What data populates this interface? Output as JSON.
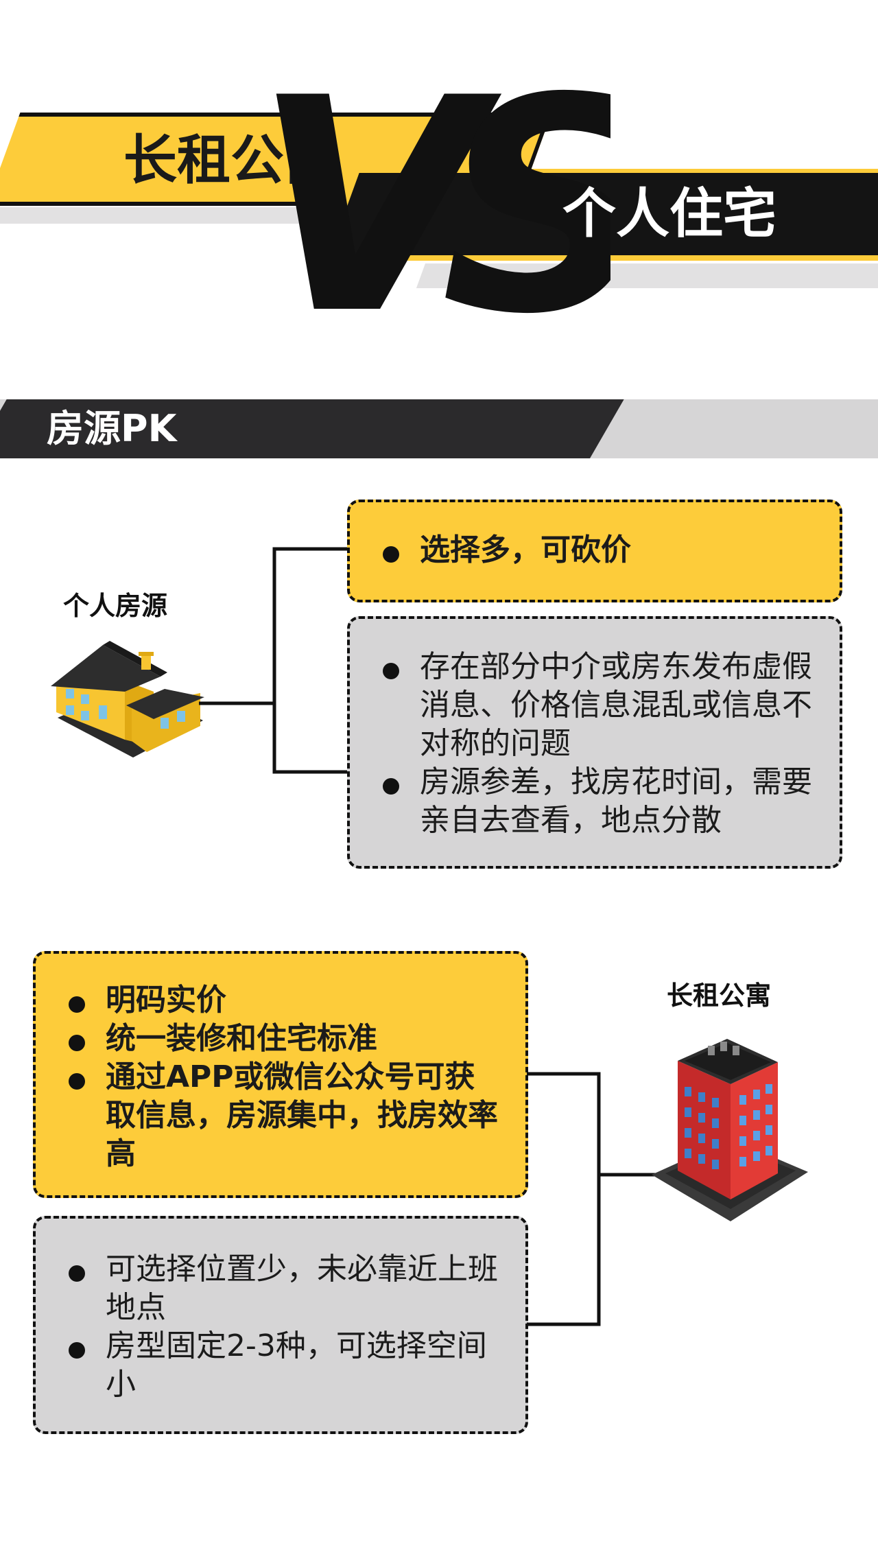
{
  "header": {
    "left_label": "长租公寓",
    "vs_text": "VS",
    "right_label": "个人住宅"
  },
  "section": {
    "title": "房源PK"
  },
  "personal": {
    "label": "个人房源",
    "pros": [
      "选择多，可砍价"
    ],
    "cons": [
      "存在部分中介或房东发布虚假消息、价格信息混乱或信息不对称的问题",
      "房源参差，找房花时间，需要亲自去查看，地点分散"
    ]
  },
  "apartment": {
    "label": "长租公寓",
    "pros": [
      "明码实价",
      "统一装修和住宅标准",
      "通过APP或微信公众号可获取信息，房源集中，找房效率高"
    ],
    "cons": [
      "可选择位置少，未必靠近上班地点",
      "房型固定2-3种，可选择空间小"
    ]
  },
  "colors": {
    "yellow": "#fdcc3a",
    "dark": "#2b2a2c",
    "gray": "#d6d5d6"
  }
}
